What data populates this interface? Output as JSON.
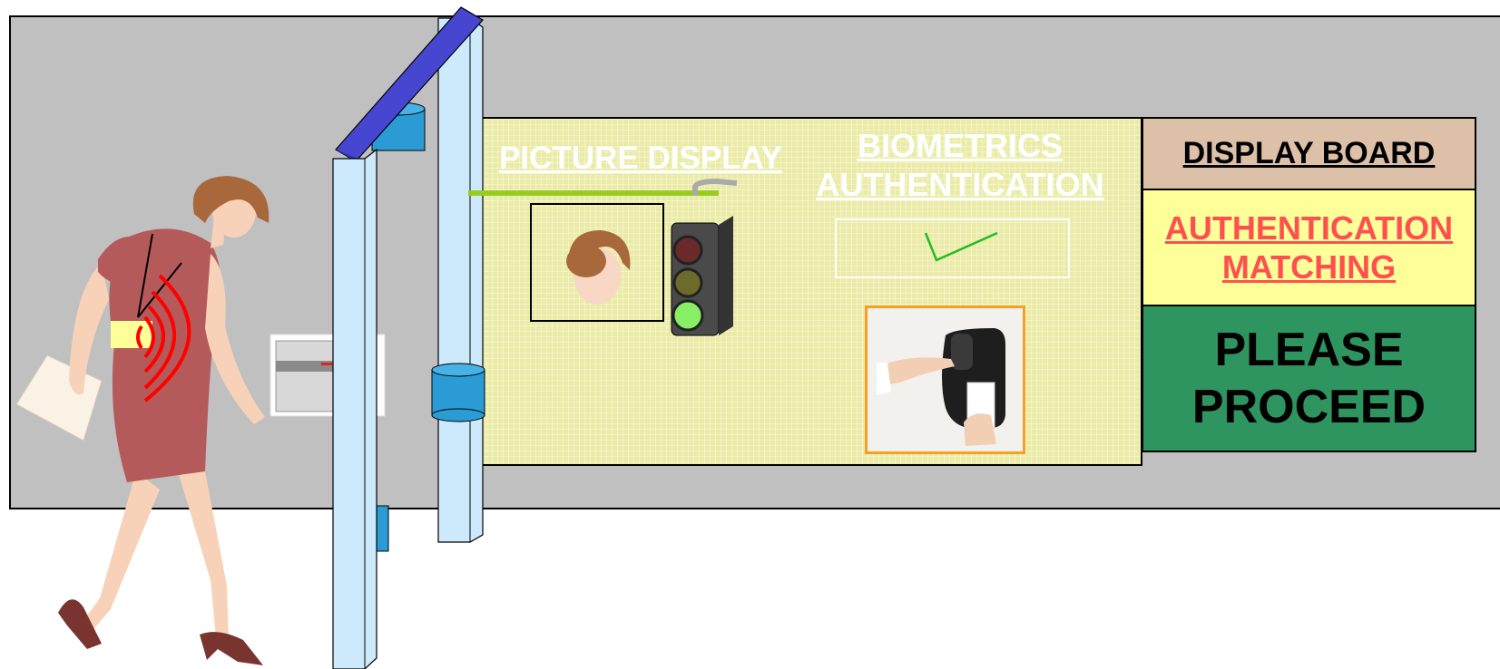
{
  "diagram": {
    "picture_display_label": "PICTURE DISPLAY",
    "biometrics_label": "BIOMETRICS AUTHENTICATION",
    "display_board": {
      "header": "DISPLAY BOARD",
      "status": "AUTHENTICATION MATCHING",
      "message": "PLEASE PROCEED"
    },
    "traffic_light_state": "green",
    "icons": [
      "woman-walking-icon",
      "rfid-tag-icon",
      "card-reader-icon",
      "gate-frame-icon",
      "traffic-light-icon",
      "face-photo-icon",
      "checkmark-icon",
      "fingerprint-reader-icon"
    ],
    "colors": {
      "wall": "#c0c0c0",
      "screen": "#ebeba8",
      "gate_pillar": "#cdeafc",
      "gate_top": "#4646d0",
      "board_header": "#dcc0a8",
      "board_status": "#ffff99",
      "status_text": "#ff5050",
      "board_message": "#2e9460",
      "rfid_waves": "#ff0000"
    }
  }
}
